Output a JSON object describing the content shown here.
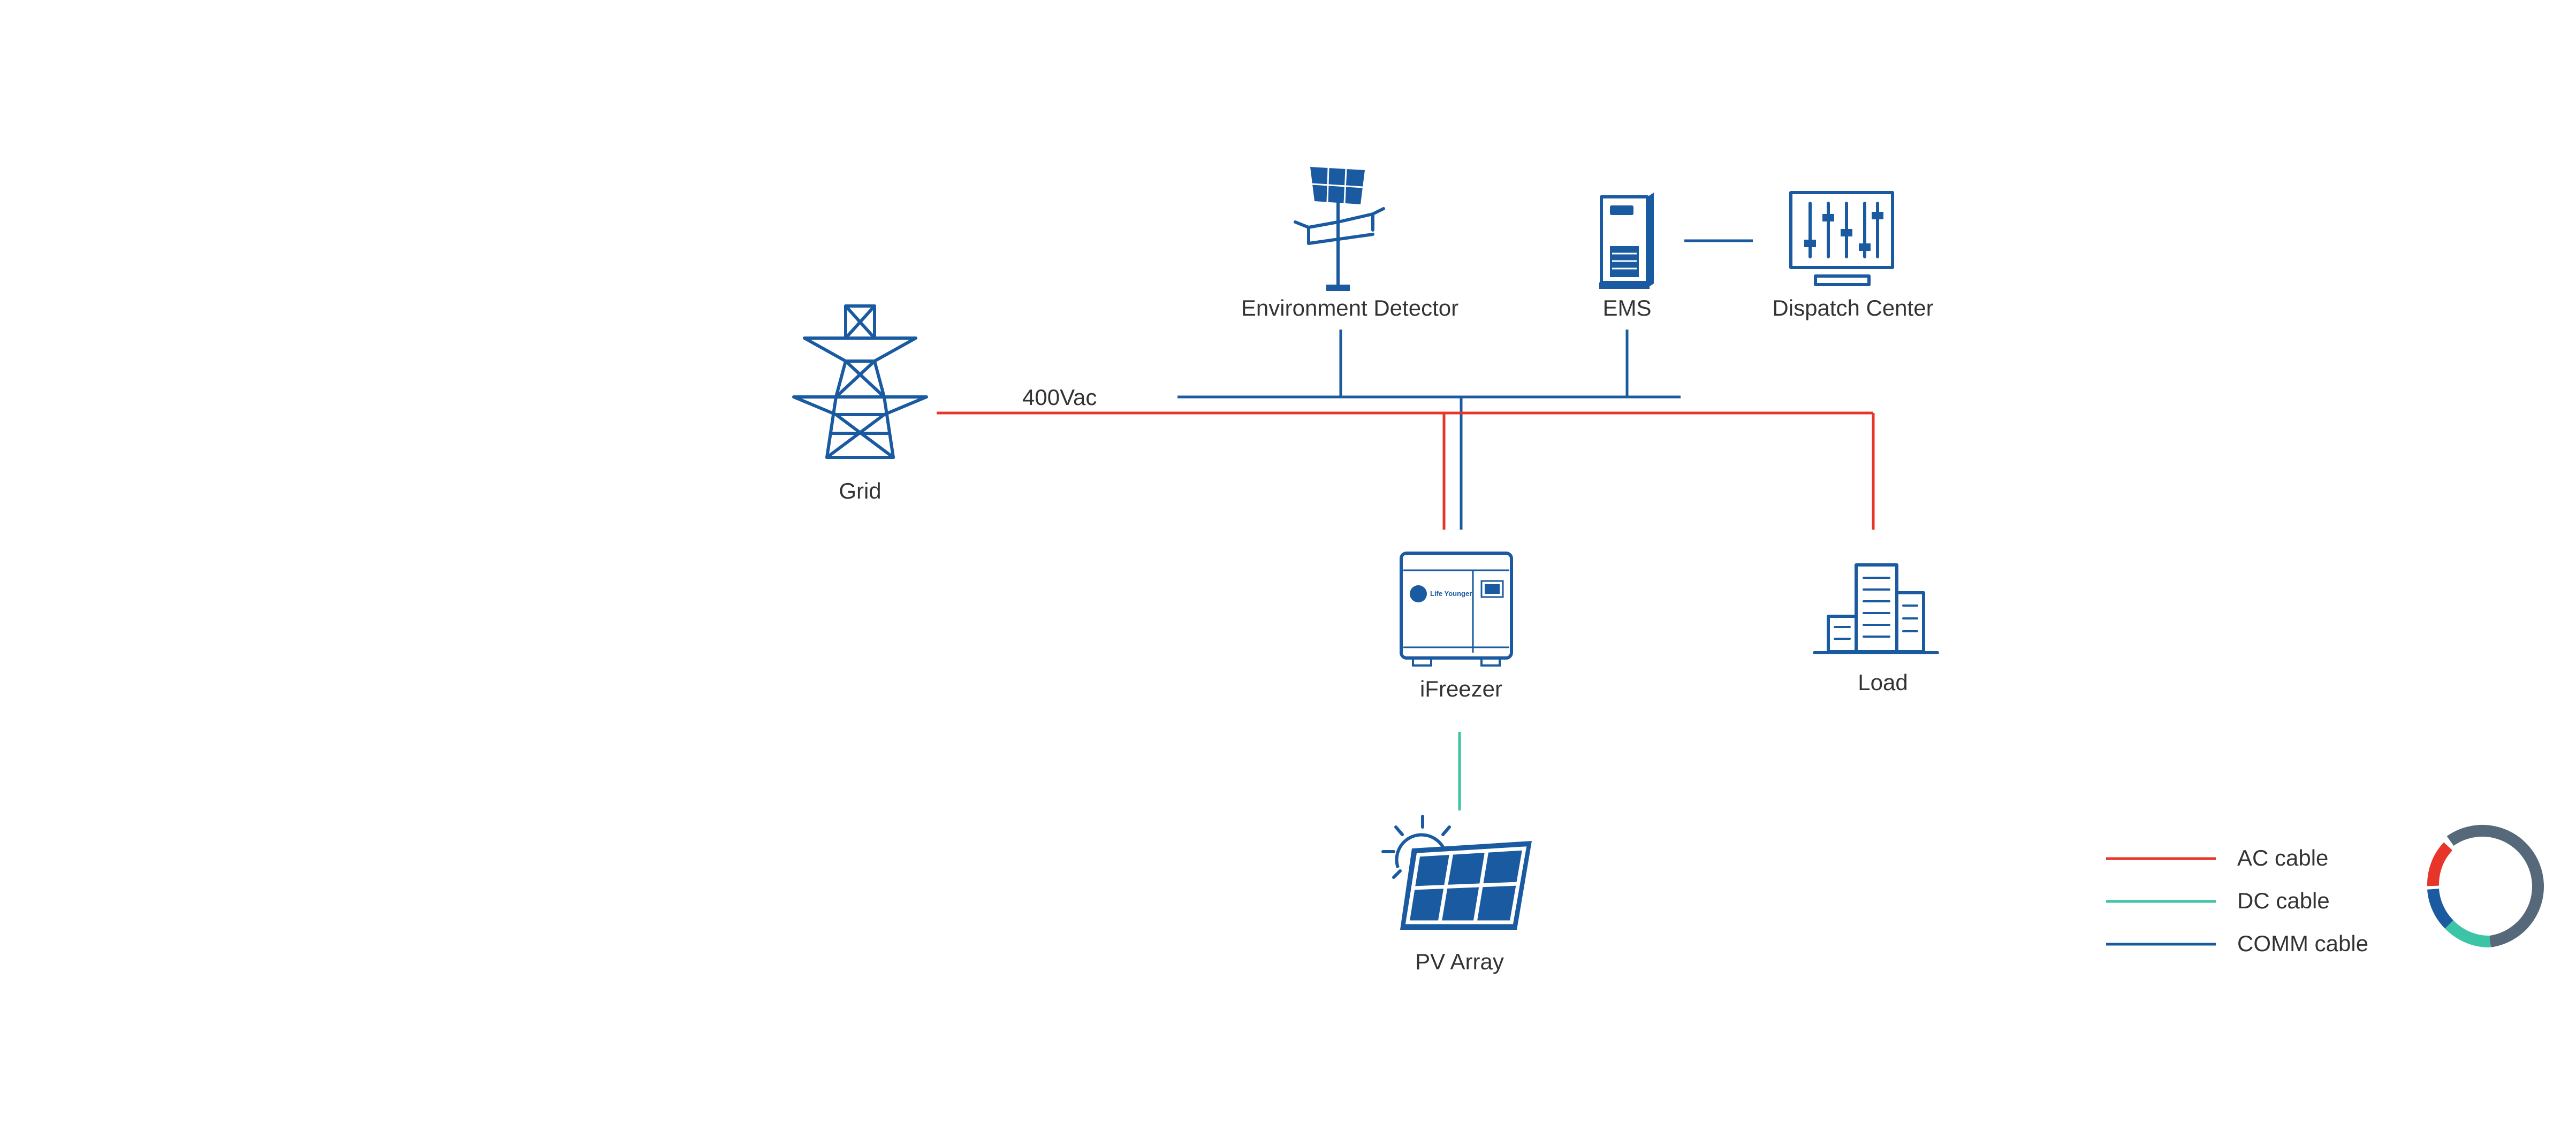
{
  "nodes": {
    "grid": "Grid",
    "environment_detector": "Environment Detector",
    "ems": "EMS",
    "dispatch_center": "Dispatch Center",
    "ifreezer": "iFreezer",
    "ifreezer_brand": "Life Younger",
    "load": "Load",
    "pv_array": "PV Array"
  },
  "line_labels": {
    "ac_voltage": "400Vac"
  },
  "legend": {
    "items": [
      {
        "label": "AC cable",
        "color": "#e8352a"
      },
      {
        "label": "DC cable",
        "color": "#3cc4a6"
      },
      {
        "label": "COMM cable",
        "color": "#1a5aa0"
      }
    ]
  },
  "colors": {
    "ac": "#e8352a",
    "dc": "#3cc4a6",
    "comm": "#1a5aa0",
    "icon": "#1a5aa0",
    "ring": "#56697a"
  }
}
